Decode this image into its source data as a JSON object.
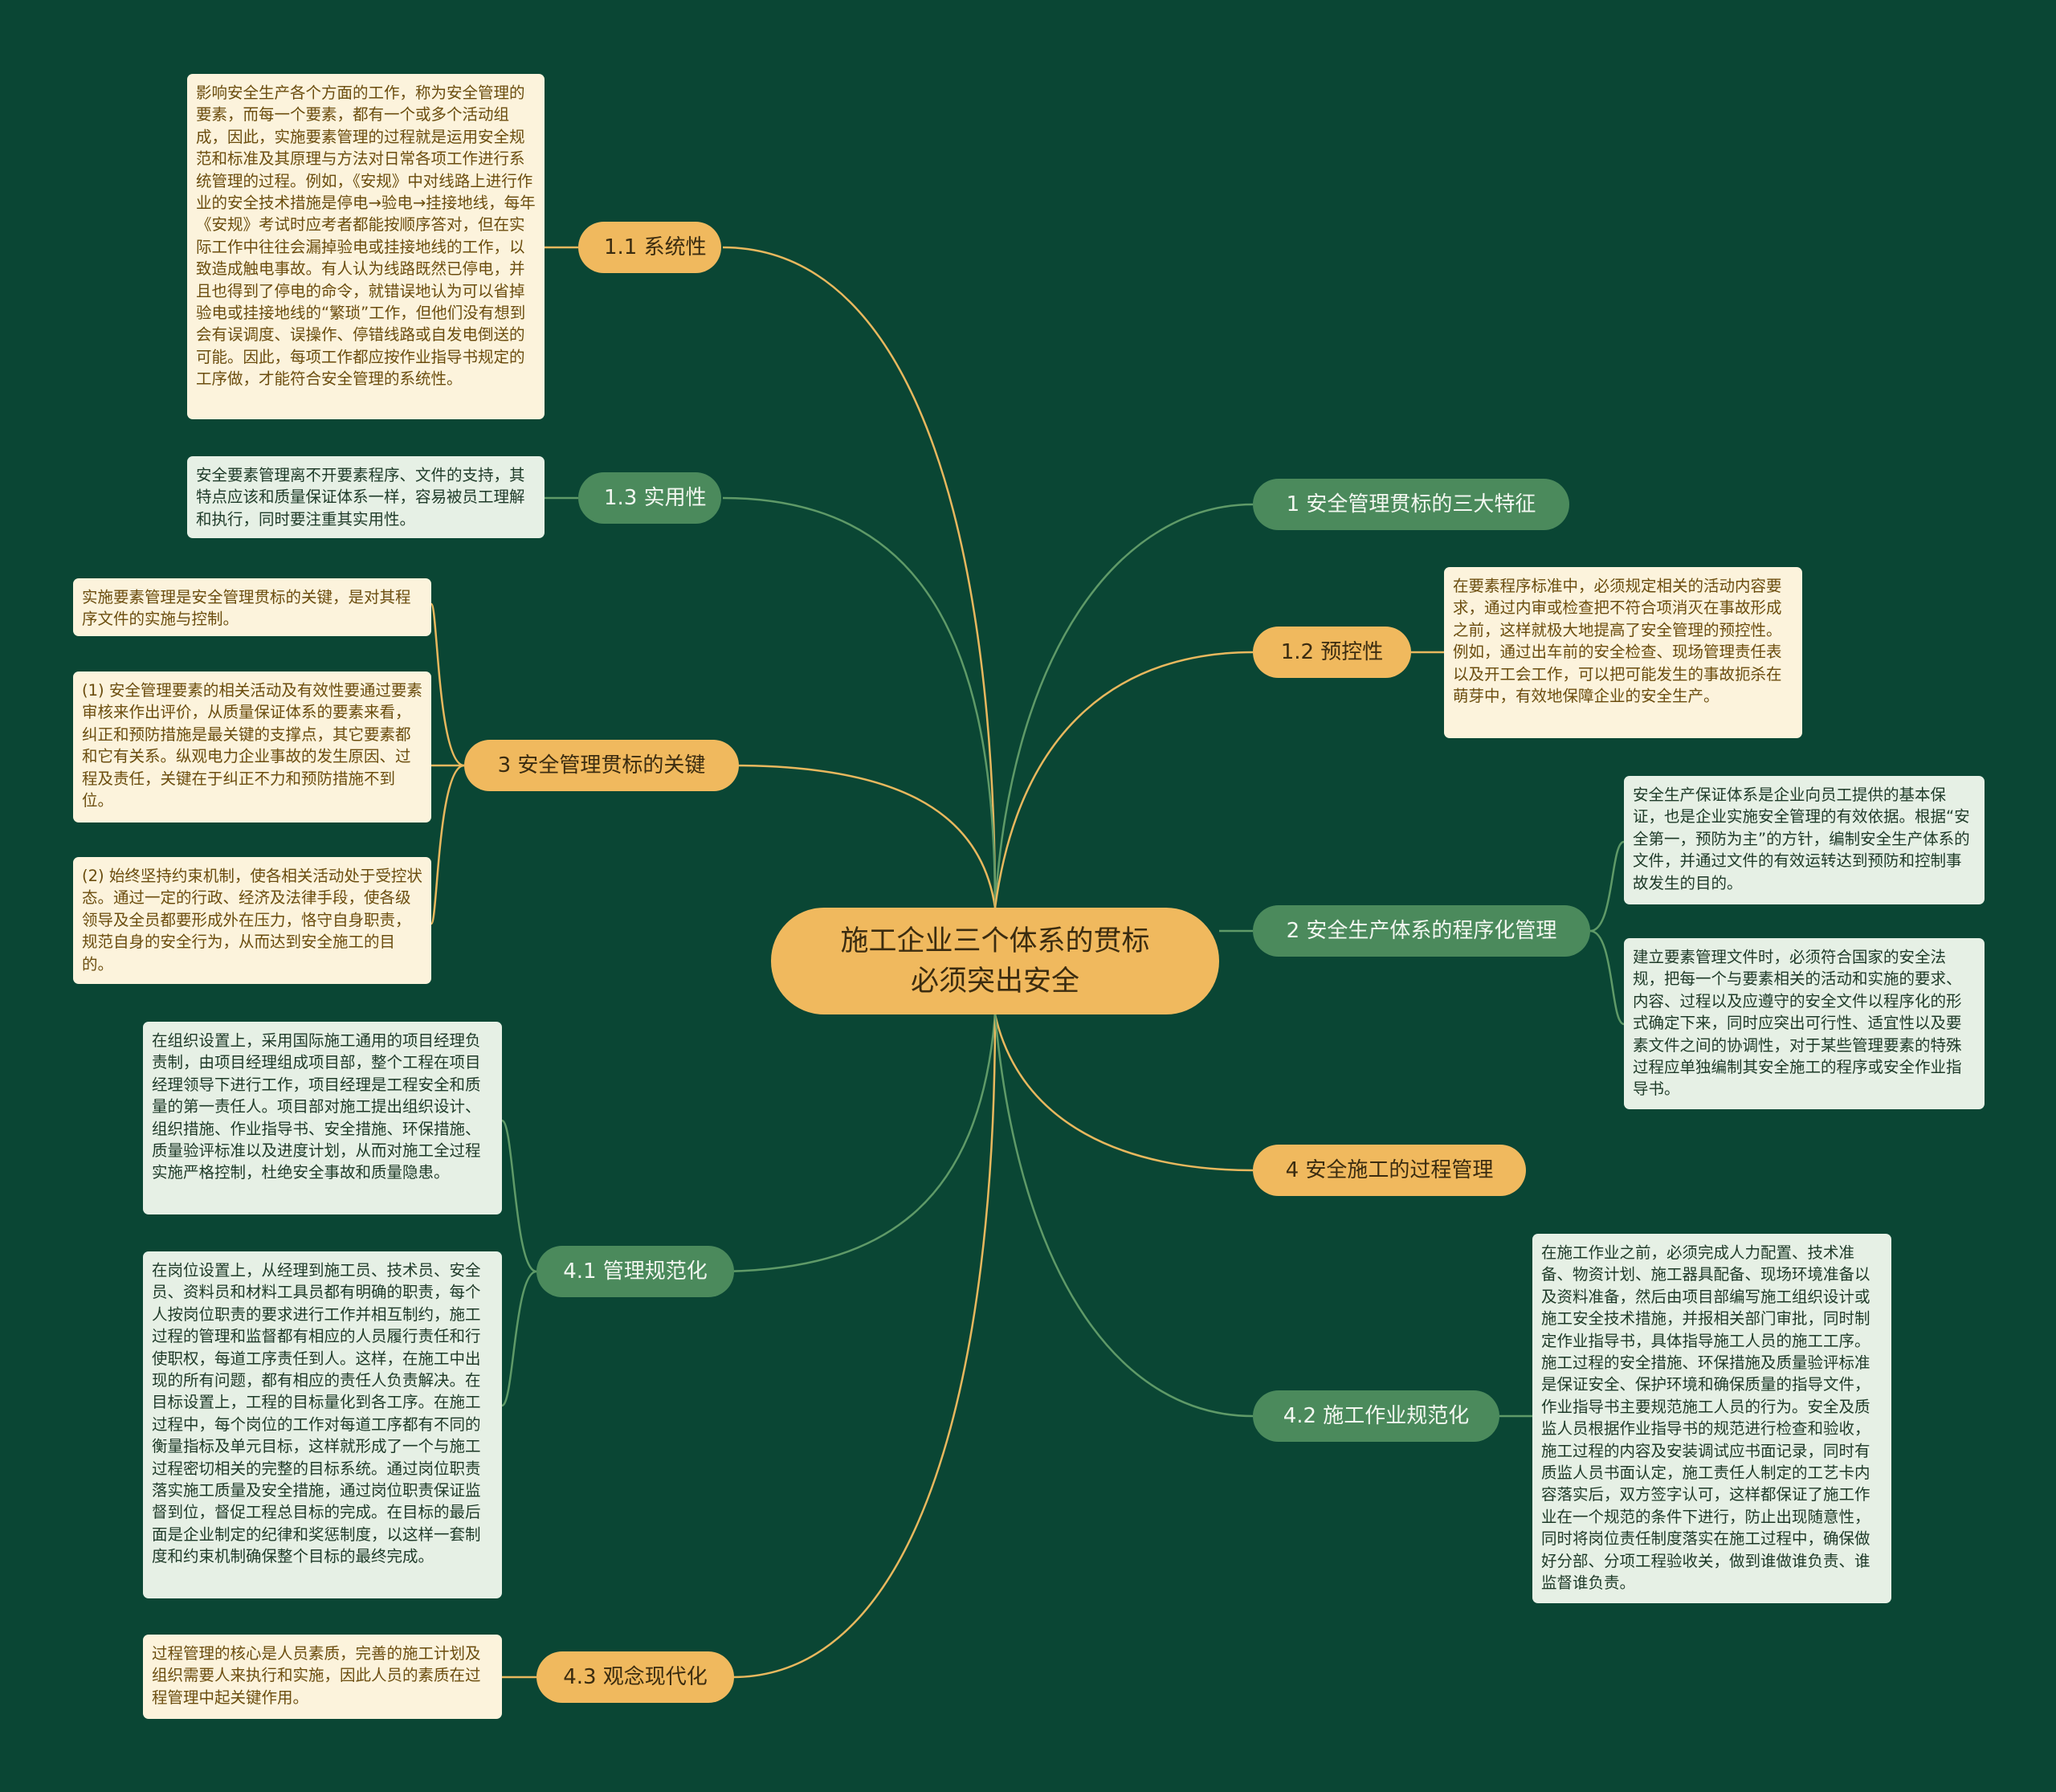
{
  "central": {
    "line1": "施工企业三个体系的贯标",
    "line2": "必须突出安全"
  },
  "branches": {
    "b1_1": "1.1  系统性",
    "b1_3": "1.3  实用性",
    "b3": "3  安全管理贯标的关键",
    "b4_1": "4.1  管理规范化",
    "b4_3": "4.3  观念现代化",
    "b1": "1  安全管理贯标的三大特征",
    "b1_2": "1.2  预控性",
    "b2": "2  安全生产体系的程序化管理",
    "b4": "4  安全施工的过程管理",
    "b4_2": "4.2  施工作业规范化"
  },
  "notes": {
    "n1_1": "影响安全生产各个方面的工作，称为安全管理的要素，而每一个要素，都有一个或多个活动组成，因此，实施要素管理的过程就是运用安全规范和标准及其原理与方法对日常各项工作进行系统管理的过程。例如，《安规》中对线路上进行作业的安全技术措施是停电→验电→挂接地线，每年《安规》考试时应考者都能按顺序答对，但在实际工作中往往会漏掉验电或挂接地线的工作，以致造成触电事故。有人认为线路既然已停电，并且也得到了停电的命令，就错误地认为可以省掉验电或挂接地线的“繁琐”工作，但他们没有想到会有误调度、误操作、停错线路或自发电倒送的可能。因此，每项工作都应按作业指导书规定的工序做，才能符合安全管理的系统性。",
    "n1_3": "安全要素管理离不开要素程序、文件的支持，其特点应该和质量保证体系一样，容易被员工理解和执行，同时要注重其实用性。",
    "n3_a": "实施要素管理是安全管理贯标的关键，是对其程序文件的实施与控制。",
    "n3_b": "(1) 安全管理要素的相关活动及有效性要通过要素审核来作出评价，从质量保证体系的要素来看，纠正和预防措施是最关键的支撑点，其它要素都和它有关系。纵观电力企业事故的发生原因、过程及责任，关键在于纠正不力和预防措施不到位。",
    "n3_c": "(2) 始终坚持约束机制，使各相关活动处于受控状态。通过一定的行政、经济及法律手段，使各级领导及全员都要形成外在压力，恪守自身职责，规范自身的安全行为，从而达到安全施工的目的。",
    "n4_1a": "在组织设置上，采用国际施工通用的项目经理负责制，由项目经理组成项目部，整个工程在项目经理领导下进行工作，项目经理是工程安全和质量的第一责任人。项目部对施工提出组织设计、组织措施、作业指导书、安全措施、环保措施、质量验评标准以及进度计划，从而对施工全过程实施严格控制，杜绝安全事故和质量隐患。",
    "n4_1b": "在岗位设置上，从经理到施工员、技术员、安全员、资料员和材料工具员都有明确的职责，每个人按岗位职责的要求进行工作并相互制约，施工过程的管理和监督都有相应的人员履行责任和行使职权，每道工序责任到人。这样，在施工中出现的所有问题，都有相应的责任人负责解决。在目标设置上，工程的目标量化到各工序。在施工过程中，每个岗位的工作对每道工序都有不同的衡量指标及单元目标，这样就形成了一个与施工过程密切相关的完整的目标系统。通过岗位职责落实施工质量及安全措施，通过岗位职责保证监督到位，督促工程总目标的完成。在目标的最后面是企业制定的纪律和奖惩制度，以这样一套制度和约束机制确保整个目标的最终完成。",
    "n4_3": "过程管理的核心是人员素质，完善的施工计划及组织需要人来执行和实施，因此人员的素质在过程管理中起关键作用。",
    "n1_2": "在要素程序标准中，必须规定相关的活动内容要求，通过内审或检查把不符合项消灭在事故形成之前，这样就极大地提高了安全管理的预控性。例如，通过出车前的安全检查、现场管理责任表以及开工会工作，可以把可能发生的事故扼杀在萌芽中，有效地保障企业的安全生产。",
    "n2_a": "安全生产保证体系是企业向员工提供的基本保证，也是企业实施安全管理的有效依据。根据“安全第一，预防为主”的方针，编制安全生产体系的文件，并通过文件的有效运转达到预防和控制事故发生的目的。",
    "n2_b": "建立要素管理文件时，必须符合国家的安全法规，把每一个与要素相关的活动和实施的要求、内容、过程以及应遵守的安全文件以程序化的形式确定下来，同时应突出可行性、适宜性以及要素文件之间的协调性，对于某些管理要素的特殊过程应单独编制其安全施工的程序或安全作业指导书。",
    "n4_2": "在施工作业之前，必须完成人力配置、技术准备、物资计划、施工器具配备、现场环境准备以及资料准备，然后由项目部编写施工组织设计或施工安全技术措施，并报相关部门审批，同时制定作业指导书，具体指导施工人员的施工工序。施工过程的安全措施、环保措施及质量验评标准是保证安全、保护环境和确保质量的指导文件，作业指导书主要规范施工人员的行为。安全及质监人员根据作业指导书的规范进行检查和验收，施工过程的内容及安装调试应书面记录，同时有质监人员书面认定，施工责任人制定的工艺卡内容落实后，双方签字认可，这样都保证了施工作业在一个规范的条件下进行，防止出现随意性，同时将岗位责任制度落实在施工过程中，确保做好分部、分项工程验收关，做到谁做谁负责、谁监督谁负责。"
  },
  "colors": {
    "background": "#0a4634",
    "orange": "#f0b95e",
    "green": "#4b8a5c",
    "cream": "#fcf3dc",
    "mint": "#e6f0e5",
    "link_orange": "#e8b85e",
    "link_green": "#5f9a68"
  }
}
